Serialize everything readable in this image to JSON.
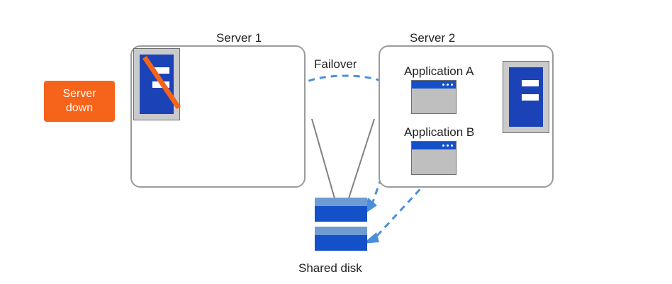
{
  "diagram": {
    "title_labels": {
      "server1": "Server 1",
      "server2": "Server 2",
      "failover": "Failover",
      "app_a": "Application  A",
      "app_b": "Application  B",
      "shared_disk": "Shared disk"
    },
    "status_badge": {
      "line1": "Server",
      "line2": "down",
      "color": "#f6631b"
    },
    "colors": {
      "box_border": "#9b9b9b",
      "machine_body": "#1b43b7",
      "machine_case": "#c9cacb",
      "app_titlebar": "#1450c8",
      "app_body": "#bfbfbf",
      "disk_top": "#6e9bd2",
      "disk_body": "#1450c8",
      "arrow": "#4a90d9",
      "connector": "#808080",
      "text": "#231f20"
    },
    "icons": {
      "server1_machine": "server-machine-icon-disabled",
      "server2_machine": "server-machine-icon",
      "app_a_window": "application-window-icon",
      "app_b_window": "application-window-icon",
      "disk_upper": "disk-platter-icon",
      "disk_lower": "disk-platter-icon",
      "failover_arrow": "dashed-curved-arrow-icon",
      "app_a_to_disk_arrow": "dashed-arrow-icon",
      "app_b_to_disk_arrow": "dashed-arrow-icon",
      "server1_disk_link": "connector-line",
      "server2_disk_link": "connector-line"
    }
  }
}
